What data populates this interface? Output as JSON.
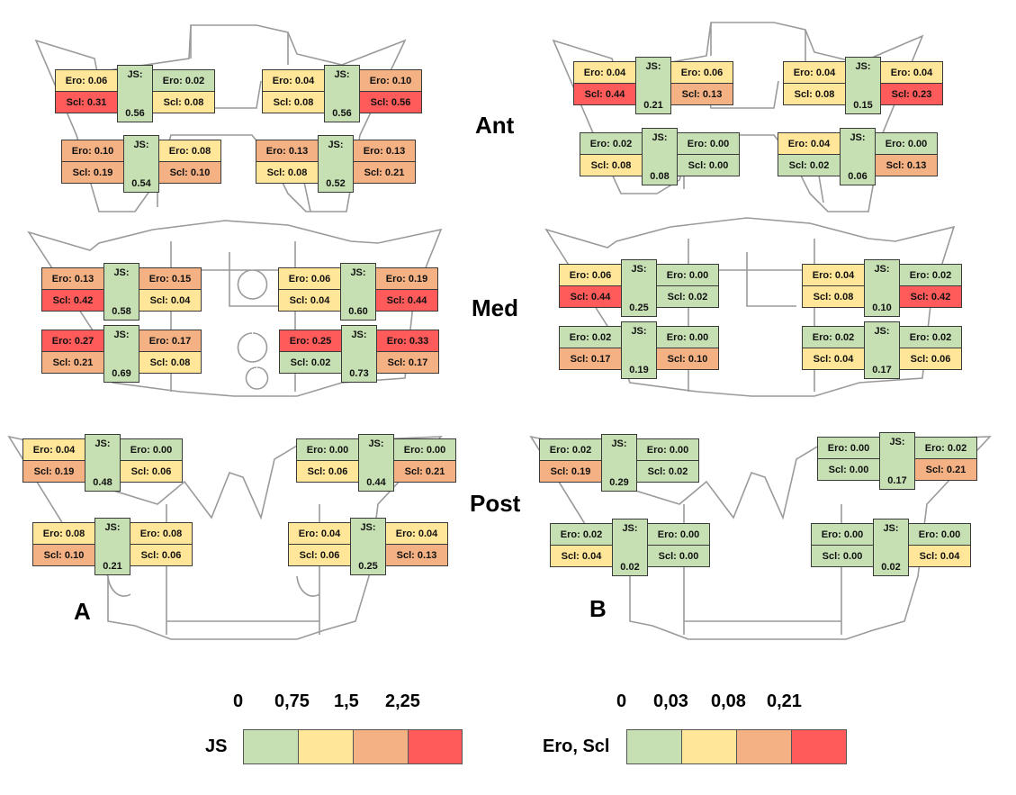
{
  "colors": {
    "green": "#c6e0b4",
    "yellow": "#ffe699",
    "orange": "#f4b183",
    "red": "#ff5b5b"
  },
  "sections": {
    "ant": "Ant",
    "med": "Med",
    "post": "Post"
  },
  "panels": {
    "a": "A",
    "b": "B"
  },
  "legend": {
    "js": {
      "label": "JS",
      "ticks": [
        "0",
        "0,75",
        "1,5",
        "2,25"
      ]
    },
    "ero_scl": {
      "label": "Ero, Scl",
      "ticks": [
        "0",
        "0,03",
        "0,08",
        "0,21"
      ]
    }
  },
  "groups": [
    {
      "panel": "A",
      "section": "Ant",
      "pos": "top-left",
      "ero_left": "Ero: 0.06",
      "scl_left": "Scl: 0.31",
      "js_title": "JS:",
      "js": "0.56",
      "ero_right": "Ero: 0.02",
      "scl_right": "Scl: 0.08"
    },
    {
      "panel": "A",
      "section": "Ant",
      "pos": "top-right",
      "ero_left": "Ero: 0.04",
      "scl_left": "Scl: 0.08",
      "js_title": "JS:",
      "js": "0.56",
      "ero_right": "Ero: 0.10",
      "scl_right": "Scl: 0.56"
    },
    {
      "panel": "A",
      "section": "Ant",
      "pos": "bottom-left",
      "ero_left": "Ero: 0.10",
      "scl_left": "Scl: 0.19",
      "js_title": "JS:",
      "js": "0.54",
      "ero_right": "Ero: 0.08",
      "scl_right": "Scl: 0.10"
    },
    {
      "panel": "A",
      "section": "Ant",
      "pos": "bottom-right",
      "ero_left": "Ero: 0.13",
      "scl_left": "Scl: 0.08",
      "js_title": "JS:",
      "js": "0.52",
      "ero_right": "Ero: 0.13",
      "scl_right": "Scl: 0.21"
    },
    {
      "panel": "A",
      "section": "Med",
      "pos": "top-left",
      "ero_left": "Ero: 0.13",
      "scl_left": "Scl: 0.42",
      "js_title": "JS:",
      "js": "0.58",
      "ero_right": "Ero: 0.15",
      "scl_right": "Scl: 0.04"
    },
    {
      "panel": "A",
      "section": "Med",
      "pos": "top-right",
      "ero_left": "Ero: 0.06",
      "scl_left": "Scl: 0.04",
      "js_title": "JS:",
      "js": "0.60",
      "ero_right": "Ero: 0.19",
      "scl_right": "Scl: 0.44"
    },
    {
      "panel": "A",
      "section": "Med",
      "pos": "bottom-left",
      "ero_left": "Ero: 0.27",
      "scl_left": "Scl: 0.21",
      "js_title": "JS:",
      "js": "0.69",
      "ero_right": "Ero: 0.17",
      "scl_right": "Scl: 0.08"
    },
    {
      "panel": "A",
      "section": "Med",
      "pos": "bottom-right",
      "ero_left": "Ero: 0.25",
      "scl_left": "Scl: 0.02",
      "js_title": "JS:",
      "js": "0.73",
      "ero_right": "Ero: 0.33",
      "scl_right": "Scl: 0.17"
    },
    {
      "panel": "A",
      "section": "Post",
      "pos": "top-left",
      "ero_left": "Ero: 0.04",
      "scl_left": "Scl: 0.19",
      "js_title": "JS:",
      "js": "0.48",
      "ero_right": "Ero: 0.00",
      "scl_right": "Scl: 0.06"
    },
    {
      "panel": "A",
      "section": "Post",
      "pos": "top-right",
      "ero_left": "Ero: 0.00",
      "scl_left": "Scl: 0.06",
      "js_title": "JS:",
      "js": "0.44",
      "ero_right": "Ero: 0.00",
      "scl_right": "Scl: 0.21"
    },
    {
      "panel": "A",
      "section": "Post",
      "pos": "bottom-left",
      "ero_left": "Ero: 0.08",
      "scl_left": "Scl: 0.10",
      "js_title": "JS:",
      "js": "0.21",
      "ero_right": "Ero: 0.08",
      "scl_right": "Scl: 0.06"
    },
    {
      "panel": "A",
      "section": "Post",
      "pos": "bottom-right",
      "ero_left": "Ero: 0.04",
      "scl_left": "Scl: 0.06",
      "js_title": "JS:",
      "js": "0.25",
      "ero_right": "Ero: 0.04",
      "scl_right": "Scl: 0.13"
    },
    {
      "panel": "B",
      "section": "Ant",
      "pos": "top-left",
      "ero_left": "Ero: 0.04",
      "scl_left": "Scl: 0.44",
      "js_title": "JS:",
      "js": "0.21",
      "ero_right": "Ero: 0.06",
      "scl_right": "Scl: 0.13"
    },
    {
      "panel": "B",
      "section": "Ant",
      "pos": "top-right",
      "ero_left": "Ero: 0.04",
      "scl_left": "Scl: 0.08",
      "js_title": "JS:",
      "js": "0.15",
      "ero_right": "Ero: 0.04",
      "scl_right": "Scl: 0.23"
    },
    {
      "panel": "B",
      "section": "Ant",
      "pos": "bottom-left",
      "ero_left": "Ero: 0.02",
      "scl_left": "Scl: 0.08",
      "js_title": "JS:",
      "js": "0.08",
      "ero_right": "Ero: 0.00",
      "scl_right": "Scl: 0.00"
    },
    {
      "panel": "B",
      "section": "Ant",
      "pos": "bottom-right",
      "ero_left": "Ero: 0.04",
      "scl_left": "Scl: 0.02",
      "js_title": "JS:",
      "js": "0.06",
      "ero_right": "Ero: 0.00",
      "scl_right": "Scl: 0.13"
    },
    {
      "panel": "B",
      "section": "Med",
      "pos": "top-left",
      "ero_left": "Ero: 0.06",
      "scl_left": "Scl: 0.44",
      "js_title": "JS:",
      "js": "0.25",
      "ero_right": "Ero: 0.00",
      "scl_right": "Scl: 0.02"
    },
    {
      "panel": "B",
      "section": "Med",
      "pos": "top-right",
      "ero_left": "Ero: 0.04",
      "scl_left": "Scl: 0.08",
      "js_title": "JS:",
      "js": "0.10",
      "ero_right": "Ero: 0.02",
      "scl_right": "Scl: 0.42"
    },
    {
      "panel": "B",
      "section": "Med",
      "pos": "bottom-left",
      "ero_left": "Ero: 0.02",
      "scl_left": "Scl: 0.17",
      "js_title": "JS:",
      "js": "0.19",
      "ero_right": "Ero: 0.00",
      "scl_right": "Scl: 0.10"
    },
    {
      "panel": "B",
      "section": "Med",
      "pos": "bottom-right",
      "ero_left": "Ero: 0.02",
      "scl_left": "Scl: 0.04",
      "js_title": "JS:",
      "js": "0.17",
      "ero_right": "Ero: 0.02",
      "scl_right": "Scl: 0.06"
    },
    {
      "panel": "B",
      "section": "Post",
      "pos": "top-left",
      "ero_left": "Ero: 0.02",
      "scl_left": "Scl: 0.19",
      "js_title": "JS:",
      "js": "0.29",
      "ero_right": "Ero: 0.00",
      "scl_right": "Scl: 0.02"
    },
    {
      "panel": "B",
      "section": "Post",
      "pos": "top-right",
      "ero_left": "Ero: 0.00",
      "scl_left": "Scl: 0.00",
      "js_title": "JS:",
      "js": "0.17",
      "ero_right": "Ero: 0.02",
      "scl_right": "Scl: 0.21"
    },
    {
      "panel": "B",
      "section": "Post",
      "pos": "bottom-left",
      "ero_left": "Ero: 0.02",
      "scl_left": "Scl: 0.04",
      "js_title": "JS:",
      "js": "0.02",
      "ero_right": "Ero: 0.00",
      "scl_right": "Scl: 0.00"
    },
    {
      "panel": "B",
      "section": "Post",
      "pos": "bottom-right",
      "ero_left": "Ero: 0.00",
      "scl_left": "Scl: 0.00",
      "js_title": "JS:",
      "js": "0.02",
      "ero_right": "Ero: 0.00",
      "scl_right": "Scl: 0.04"
    }
  ]
}
